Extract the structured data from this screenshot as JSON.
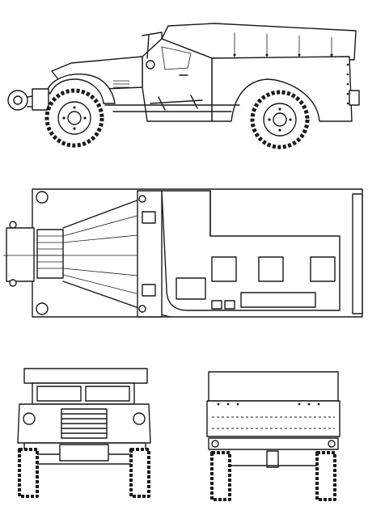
{
  "drawing": {
    "subject": "",
    "views": [
      "side",
      "top",
      "front",
      "rear"
    ]
  },
  "colors": {
    "ink": "#1a1a1a",
    "paper": "#ffffff"
  },
  "icons": {
    "wheel": "tire-icon",
    "winch": "winch-drum-icon"
  }
}
